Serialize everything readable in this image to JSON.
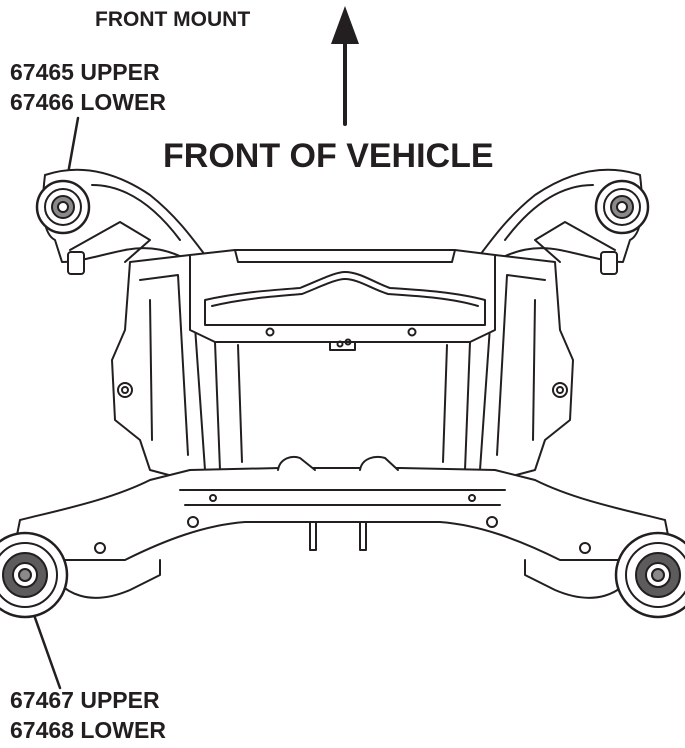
{
  "labels": {
    "front_mount": "FRONT MOUNT",
    "front_upper_part": "67465 UPPER",
    "front_lower_part": "67466 LOWER",
    "front_of_vehicle": "FRONT OF VEHICLE",
    "rear_upper_part": "67467 UPPER",
    "rear_lower_part": "67468 LOWER"
  },
  "colors": {
    "ink": "#231f20",
    "background": "#ffffff"
  }
}
